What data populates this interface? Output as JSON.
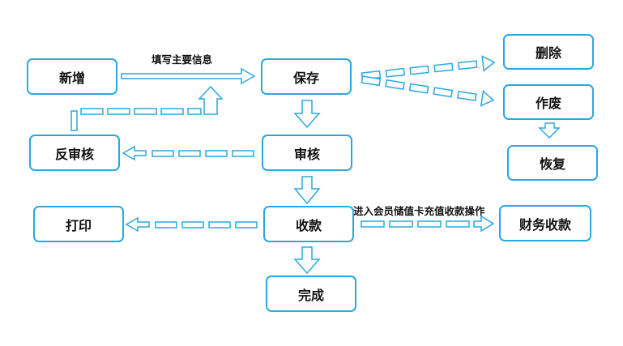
{
  "nodes": {
    "add": "新增",
    "save": "保存",
    "delete": "删除",
    "void": "作废",
    "restore": "恢复",
    "unaudit": "反审核",
    "audit": "审核",
    "print": "打印",
    "collect": "收款",
    "finance": "财务收款",
    "done": "完成"
  },
  "edge_labels": {
    "fill_info": "填写主要信息",
    "member_card": "进入会员储值卡充值收款操作"
  },
  "colors": {
    "stroke": "#2aa8df",
    "fill": "#ffffff",
    "text": "#111111"
  }
}
